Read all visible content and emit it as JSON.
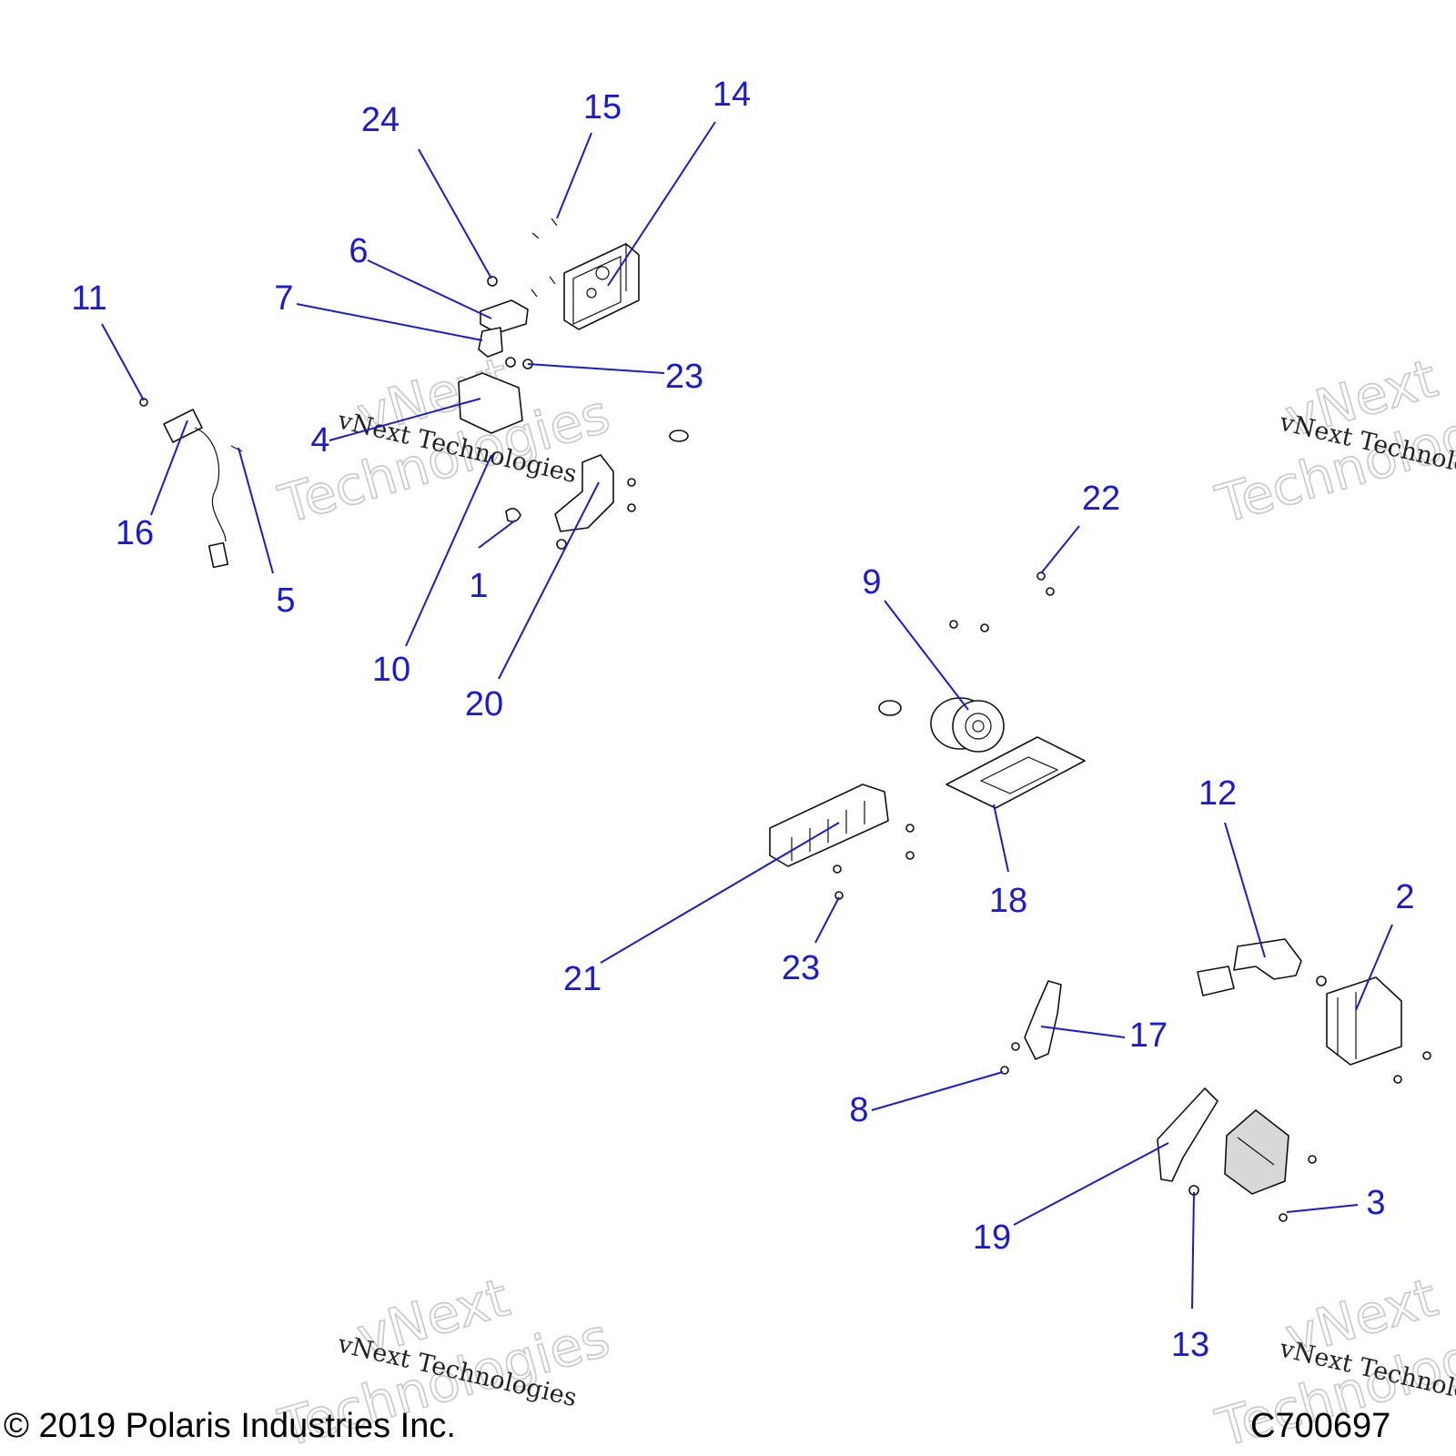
{
  "callouts": [
    {
      "id": "c1",
      "label": "1"
    },
    {
      "id": "c2",
      "label": "2"
    },
    {
      "id": "c3",
      "label": "3"
    },
    {
      "id": "c4",
      "label": "4"
    },
    {
      "id": "c5",
      "label": "5"
    },
    {
      "id": "c6",
      "label": "6"
    },
    {
      "id": "c7",
      "label": "7"
    },
    {
      "id": "c8",
      "label": "8"
    },
    {
      "id": "c9",
      "label": "9"
    },
    {
      "id": "c10",
      "label": "10"
    },
    {
      "id": "c11",
      "label": "11"
    },
    {
      "id": "c12",
      "label": "12"
    },
    {
      "id": "c13",
      "label": "13"
    },
    {
      "id": "c14",
      "label": "14"
    },
    {
      "id": "c15",
      "label": "15"
    },
    {
      "id": "c16",
      "label": "16"
    },
    {
      "id": "c17",
      "label": "17"
    },
    {
      "id": "c18",
      "label": "18"
    },
    {
      "id": "c19",
      "label": "19"
    },
    {
      "id": "c20",
      "label": "20"
    },
    {
      "id": "c21",
      "label": "21"
    },
    {
      "id": "c22",
      "label": "22"
    },
    {
      "id": "c23a",
      "label": "23"
    },
    {
      "id": "c23b",
      "label": "23"
    },
    {
      "id": "c24",
      "label": "24"
    }
  ],
  "watermark": {
    "line1": "vNext",
    "line2": "Technologies",
    "caption": "vNext Technologies"
  },
  "footer": {
    "copyright": "© 2019 Polaris Industries Inc.",
    "drawing_id": "C700697"
  },
  "colors": {
    "callout": "#1a1ad6",
    "linework": "#111111",
    "watermark": "#c8c8c8"
  }
}
